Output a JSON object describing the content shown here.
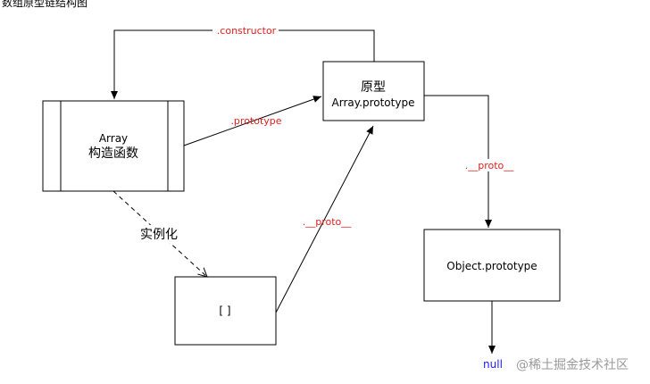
{
  "caption": "数组原型链结构图",
  "nodes": {
    "array_ctor": {
      "line1": "Array",
      "line2": "构造函数"
    },
    "proto": {
      "line1": "原型",
      "line2": "Array.prototype"
    },
    "instance": {
      "label": "[ ]"
    },
    "object_proto": {
      "label": "Object.prototype"
    }
  },
  "edges": {
    "constructor": ".constructor",
    "prototype": ".prototype",
    "proto_instance": ".__proto__",
    "proto_object": ".__proto__",
    "instantiate": "实例化"
  },
  "terminal": {
    "null": "null"
  },
  "watermark": "@稀土掘金技术社区",
  "colors": {
    "label_red": "#e02020",
    "null_blue": "#1a1aff",
    "line": "#000000"
  }
}
